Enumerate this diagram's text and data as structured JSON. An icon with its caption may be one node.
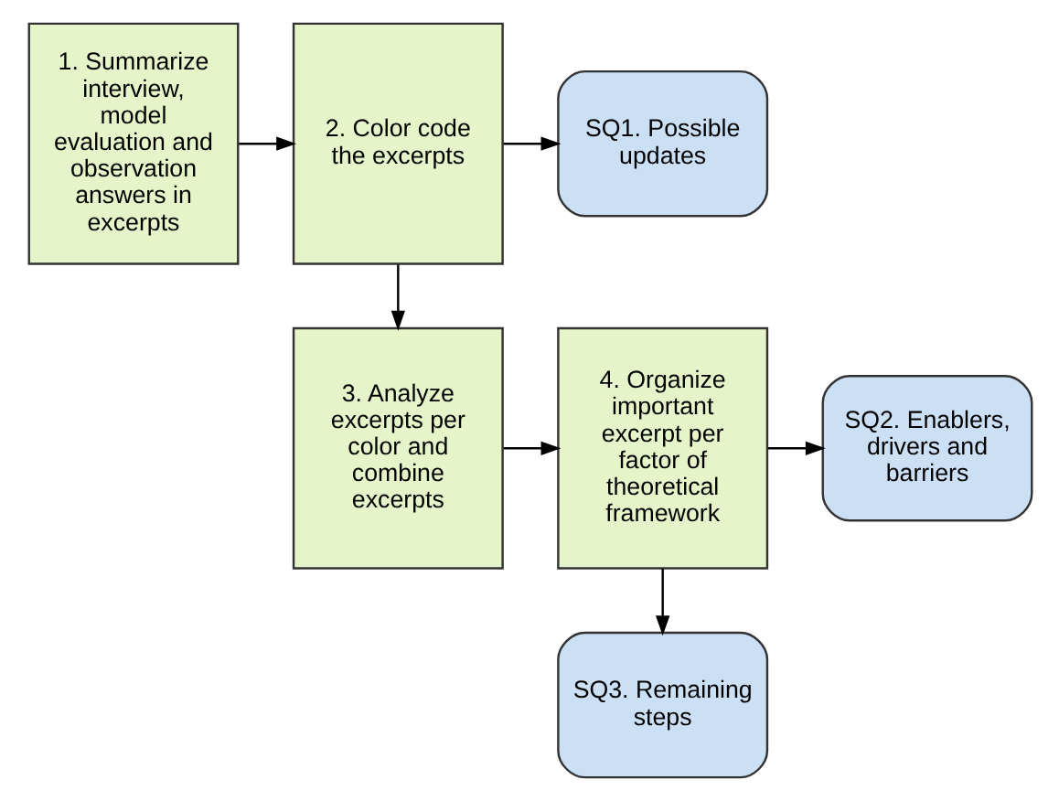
{
  "diagram": {
    "nodes": [
      {
        "text": [
          "1. Summarize interview, model evaluation and observation answers in excerpts"
        ]
      },
      {
        "text": [
          "2. Color code the excerpts"
        ]
      },
      {
        "text": [
          "SQ1. Possible updates"
        ]
      },
      {
        "text": [
          "3. Analyze excerpts per color and combine excerpts"
        ]
      },
      {
        "text": [
          "4. Organize important excerpt per factor of theoretical framework"
        ]
      },
      {
        "text": [
          "SQ2. Enablers, drivers and barriers"
        ]
      },
      {
        "text": [
          "SQ3. Remaining steps"
        ]
      }
    ],
    "edges": [
      {
        "from": 0,
        "to": 1,
        "arrow": "to"
      },
      {
        "from": 1,
        "to": 2,
        "arrow": "to"
      },
      {
        "from": 1,
        "to": 3,
        "arrow": "to"
      },
      {
        "from": 3,
        "to": 4,
        "arrow": "to"
      },
      {
        "from": 4,
        "to": 5,
        "arrow": "to"
      },
      {
        "from": 4,
        "to": 6,
        "arrow": "to"
      }
    ]
  }
}
